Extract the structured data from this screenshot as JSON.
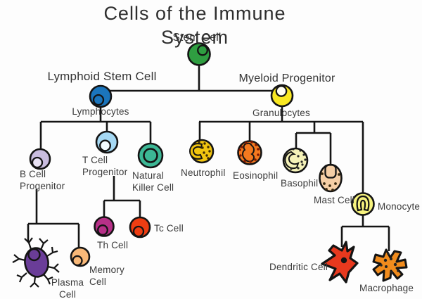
{
  "labels": {
    "title": "Cells of the Immune System",
    "stem_cell": "Stem Cell",
    "lymphoid_stem_cell": "Lymphoid Stem Cell",
    "myeloid_progenitor": "Myeloid Progenitor",
    "lymphocytes": "Lymphocytes",
    "granulocytes": "Granulocytes",
    "b_cell_progenitor": "B Cell\nProgenitor",
    "t_cell_progenitor": "T Cell\nProgenitor",
    "natural_killer_cell": "Natural\nKiller Cell",
    "neutrophil": "Neutrophil",
    "eosinophil": "Eosinophil",
    "basophil": "Basophil",
    "mast_cell": "Mast Cell",
    "monocyte": "Monocyte",
    "th_cell": "Th Cell",
    "tc_cell": "Tc Cell",
    "plasma_cell": "Plasma\nCell",
    "memory_cell": "Memory\nCell",
    "dendritic_cell": "Dendritic Cell",
    "macrophage": "Macrophage"
  },
  "colors": {
    "stem_cell": "#2f9e41",
    "lymphoid_stem_cell": "#1b75bc",
    "myeloid_progenitor": "#f9e822",
    "b_cell_progenitor": "#c9bcdf",
    "b_cell_nucleus": "#e9e2f4",
    "t_cell_progenitor": "#a5d8f3",
    "natural_killer_cell": "#3cb795",
    "neutrophil": "#f2c50f",
    "eosinophil": "#f4791f",
    "basophil": "#f5f2b8",
    "mast_cell": "#f6cfa6",
    "monocyte": "#f7f37e",
    "th_cell": "#b73088",
    "tc_cell": "#ee3d12",
    "plasma_cell": "#6a3d98",
    "memory_cell": "#f8b878",
    "dendritic_cell": "#e8391e",
    "macrophage": "#f18c1d",
    "line": "#141414",
    "text": "#3a3a3a"
  },
  "hierarchy": [
    {
      "parent": "Stem Cell",
      "children": [
        "Lymphoid Stem Cell",
        "Myeloid Progenitor"
      ]
    },
    {
      "parent": "Lymphoid Stem Cell",
      "group_label": "Lymphocytes",
      "children": [
        "B Cell Progenitor",
        "T Cell Progenitor",
        "Natural Killer Cell"
      ]
    },
    {
      "parent": "Myeloid Progenitor",
      "group_label": "Granulocytes",
      "children": [
        "Neutrophil",
        "Eosinophil",
        "Basophil",
        "Mast Cell",
        "Monocyte"
      ]
    },
    {
      "parent": "B Cell Progenitor",
      "children": [
        "Plasma Cell",
        "Memory Cell"
      ]
    },
    {
      "parent": "T Cell Progenitor",
      "children": [
        "Th Cell",
        "Tc Cell"
      ]
    },
    {
      "parent": "Monocyte",
      "children": [
        "Dendritic Cell",
        "Macrophage"
      ]
    }
  ]
}
